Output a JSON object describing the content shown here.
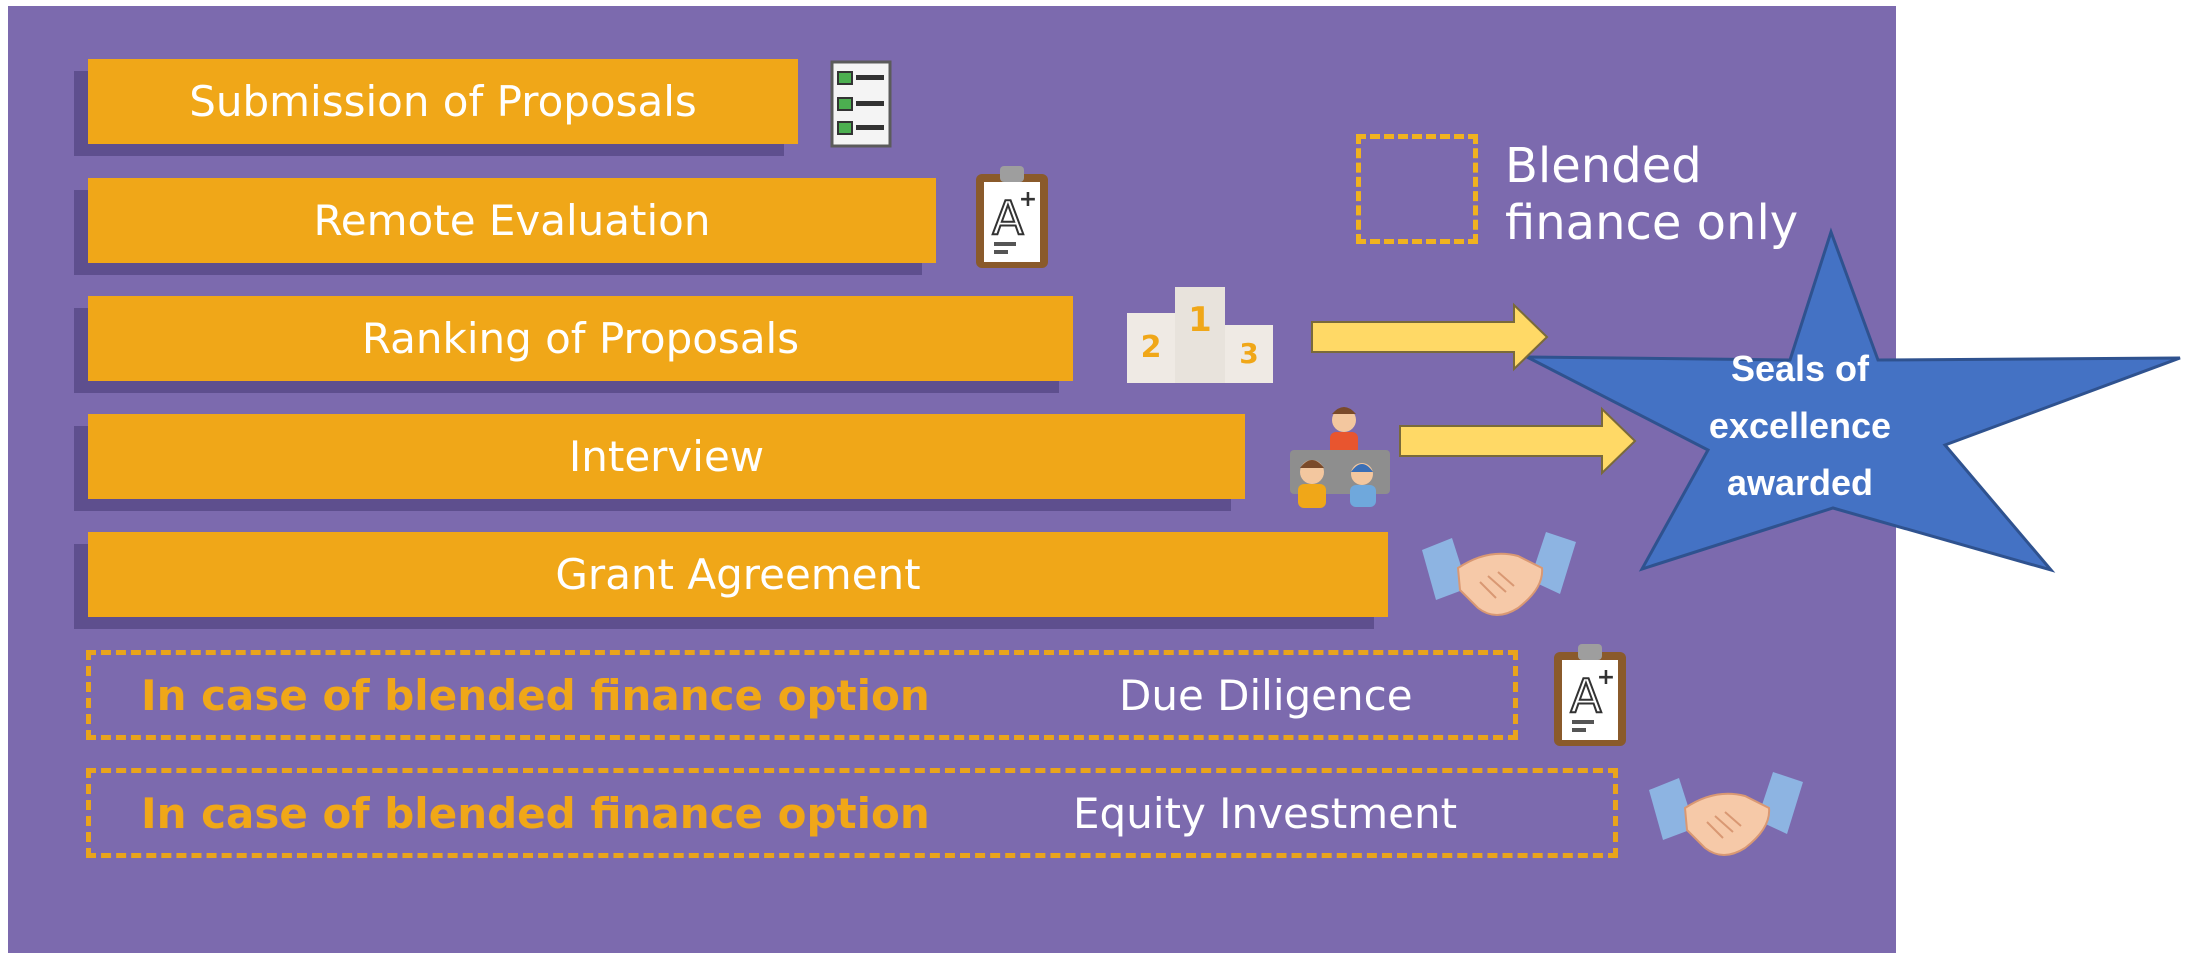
{
  "steps": [
    {
      "label": "Submission of Proposals"
    },
    {
      "label": "Remote Evaluation"
    },
    {
      "label": "Ranking of Proposals"
    },
    {
      "label": "Interview"
    },
    {
      "label": "Grant Agreement"
    }
  ],
  "blended_rows": [
    {
      "condition": "In case of blended finance option",
      "label": "Due Diligence"
    },
    {
      "condition": "In case of blended finance option",
      "label": "Equity Investment"
    }
  ],
  "legend": {
    "line1": "Blended",
    "line2": "finance only"
  },
  "star": {
    "line1": "Seals of",
    "line2": "excellence",
    "line3": "awarded"
  },
  "podium": {
    "first": "1",
    "second": "2",
    "third": "3"
  },
  "colors": {
    "panel": "#7c6aae",
    "bar": "#f0a718",
    "star": "#4472c4",
    "arrow": "#ffd966"
  },
  "icons": [
    "checklist-icon",
    "graded-clipboard-icon",
    "podium-icon",
    "interview-icon",
    "handshake-icon"
  ]
}
